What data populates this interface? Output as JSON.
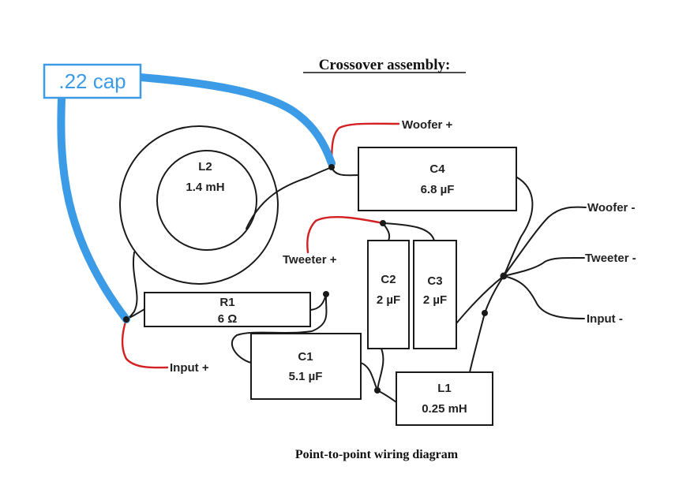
{
  "title": "Crossover assembly:",
  "footer": "Point-to-point wiring diagram",
  "cap_label": ".22 cap",
  "components": {
    "L2": {
      "name": "L2",
      "value": "1.4 mH"
    },
    "C4": {
      "name": "C4",
      "value": "6.8 µF"
    },
    "R1": {
      "name": "R1",
      "value": "6 Ω"
    },
    "C1": {
      "name": "C1",
      "value": "5.1 µF"
    },
    "C2": {
      "name": "C2",
      "value": "2 µF"
    },
    "C3": {
      "name": "C3",
      "value": "2 µF"
    },
    "L1": {
      "name": "L1",
      "value": "0.25 mH"
    }
  },
  "terminals": {
    "woofer_plus": "Woofer +",
    "woofer_minus": "Woofer -",
    "tweeter_plus": "Tweeter +",
    "tweeter_minus": "Tweeter -",
    "input_plus": "Input +",
    "input_minus": "Input -"
  },
  "colors": {
    "wire": "#1a1a1a",
    "positive_lead": "#d42020",
    "added_cap": "#3b9be6"
  }
}
